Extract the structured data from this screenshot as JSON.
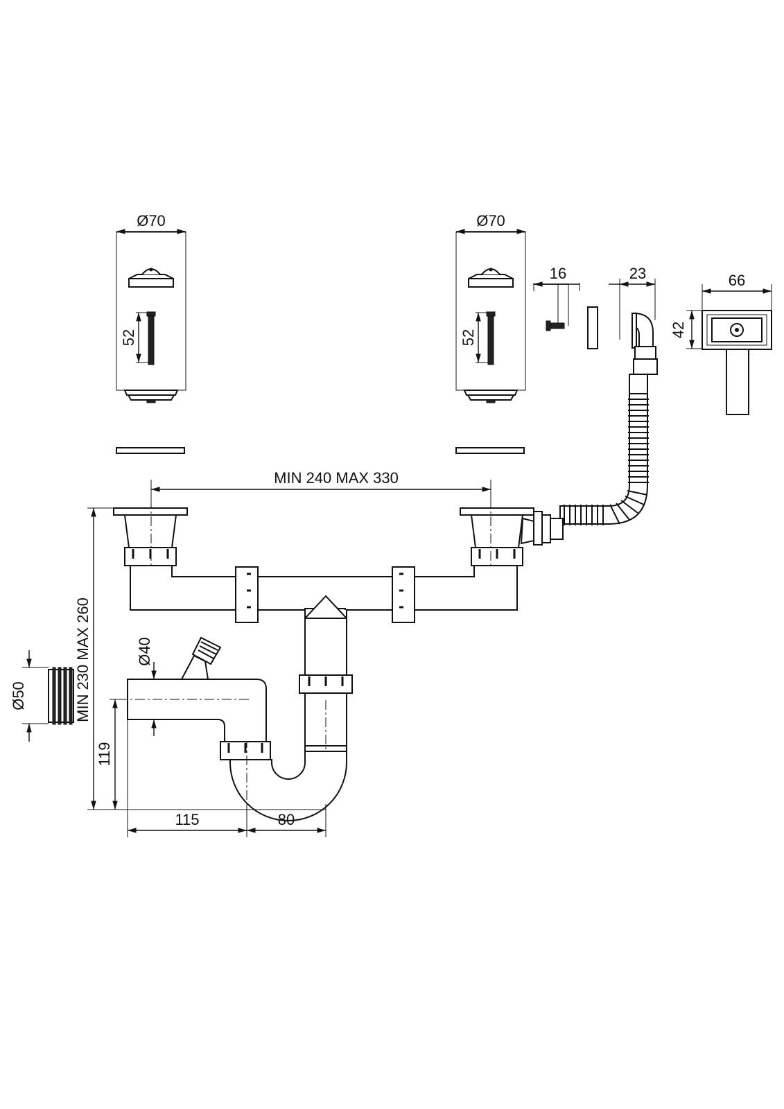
{
  "drawing": {
    "labels": {
      "dia70_left": "Ø70",
      "dia70_right": "Ø70",
      "len52_left": "52",
      "len52_right": "52",
      "screw16": "16",
      "elbow23": "23",
      "grate66": "66",
      "grate42": "42",
      "span": "MIN 240 MAX 330",
      "height": "MIN 230 MAX 260",
      "dia40": "Ø40",
      "dia50": "Ø50",
      "h119": "119",
      "w115": "115",
      "w80": "80"
    }
  }
}
